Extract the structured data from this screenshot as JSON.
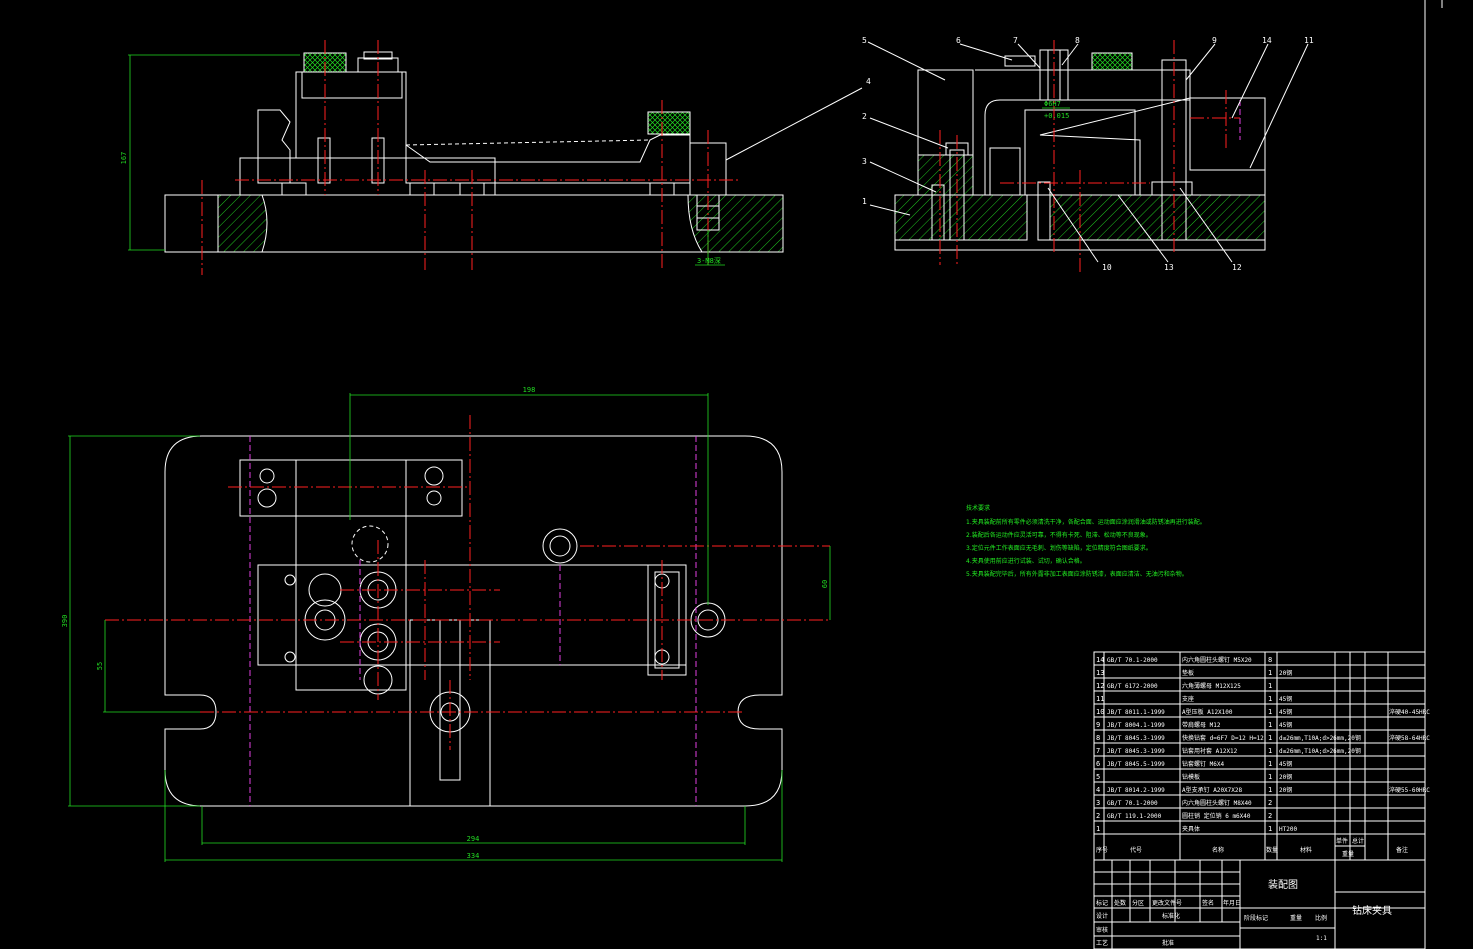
{
  "drawing": {
    "front_dims": {
      "height": "167",
      "bolt": "3-M8深"
    },
    "side_dims": {
      "d1": "Φ6H7",
      "d2": "+0.015"
    },
    "top_dims": {
      "top": "198",
      "length": "390",
      "inner": "294",
      "overall": "334",
      "right": "60",
      "left": "55"
    },
    "balloons": [
      "1",
      "2",
      "3",
      "4",
      "5",
      "6",
      "7",
      "8",
      "9",
      "10",
      "11",
      "12",
      "13",
      "14"
    ],
    "notes": {
      "heading": "技术要求",
      "lines": [
        "1.夹具装配前所有零件必须清洗干净，各配合面、运动面应涂润滑油或防锈油再进行装配。",
        "2.装配后各运动件应灵活可靠，不得有卡死、阻滞、松动等不良现象。",
        "3.定位元件工作表面应无毛刺、划伤等缺陷，定位精度符合图纸要求。",
        "4.夹具使用前应进行试装、试切，确认合格。",
        "5.夹具装配完毕后，所有外露非加工表面应涂防锈漆，表面应清洁、无油污和杂物。"
      ]
    },
    "bom": [
      {
        "no": "14",
        "code": "GB/T 70.1-2000",
        "name": "内六角圆柱头螺钉 M5X20",
        "qty": "8",
        "mat": "",
        "note": ""
      },
      {
        "no": "13",
        "code": "",
        "name": "垫板",
        "qty": "1",
        "mat": "20钢",
        "note": ""
      },
      {
        "no": "12",
        "code": "GB/T 6172-2000",
        "name": "六角薄螺母 M12X125",
        "qty": "1",
        "mat": "",
        "note": ""
      },
      {
        "no": "11",
        "code": "",
        "name": "支座",
        "qty": "1",
        "mat": "45钢",
        "note": ""
      },
      {
        "no": "10",
        "code": "JB/T 8011.1-1999",
        "name": "A型压板 A12X100",
        "qty": "1",
        "mat": "45钢",
        "note": "淬硬40-45HRC"
      },
      {
        "no": "9",
        "code": "JB/T 8004.1-1999",
        "name": "带肩螺母 M12",
        "qty": "1",
        "mat": "45钢",
        "note": ""
      },
      {
        "no": "8",
        "code": "JB/T 8045.3-1999",
        "name": "快换钻套 d=6F7 D=12 H=12",
        "qty": "1",
        "mat": "d≤26mm,T10A;d>26mm,20钢",
        "note": "淬硬58-64HRC"
      },
      {
        "no": "7",
        "code": "JB/T 8045.3-1999",
        "name": "钻套用衬套 A12X12",
        "qty": "1",
        "mat": "d≤26mm,T10A;d>26mm,20钢",
        "note": ""
      },
      {
        "no": "6",
        "code": "JB/T 8045.5-1999",
        "name": "钻套螺钉 M6X4",
        "qty": "1",
        "mat": "45钢",
        "note": ""
      },
      {
        "no": "5",
        "code": "",
        "name": "钻模板",
        "qty": "1",
        "mat": "20钢",
        "note": ""
      },
      {
        "no": "4",
        "code": "JB/T 8014.2-1999",
        "name": "A型支承钉 A20X7X28",
        "qty": "1",
        "mat": "20钢",
        "note": "淬硬55-60HRC"
      },
      {
        "no": "3",
        "code": "GB/T 70.1-2000",
        "name": "内六角圆柱头螺钉 M8X40",
        "qty": "2",
        "mat": "",
        "note": ""
      },
      {
        "no": "2",
        "code": "GB/T 119.1-2000",
        "name": "圆柱销 定位销 6 m6X40",
        "qty": "2",
        "mat": "",
        "note": ""
      },
      {
        "no": "1",
        "code": "",
        "name": "夹具体",
        "qty": "1",
        "mat": "HT200",
        "note": ""
      }
    ],
    "bom_header": {
      "no": "序号",
      "code": "代号",
      "name": "名称",
      "qty": "数量",
      "mat": "材料",
      "unit": "单件",
      "total": "总计",
      "weight": "重量",
      "note": "备注"
    },
    "title_block": {
      "drawing_name": "装配图",
      "part_name": "钻床夹具",
      "ratio": "1:1",
      "row_labels": [
        "标记",
        "处数",
        "分区",
        "更改文件号",
        "签名",
        "年月日"
      ],
      "sign_labels": [
        "设计",
        "标准化",
        "阶段标记",
        "重量",
        "比例"
      ],
      "bottom_labels": [
        "审核",
        "工艺",
        "批准"
      ]
    }
  }
}
